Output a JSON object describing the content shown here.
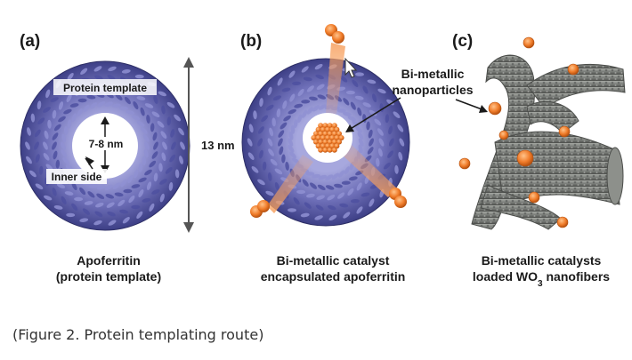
{
  "figure": {
    "panels": [
      {
        "id": "(a)",
        "labels": [
          "Protein template",
          "7-8 nm",
          "Inner side"
        ],
        "dimension": "13 nm",
        "caption_lines": [
          "Apoferritin",
          "(protein template)"
        ]
      },
      {
        "id": "(b)",
        "caption_lines": [
          "Bi-metallic catalyst",
          "encapsulated apoferritin"
        ]
      },
      {
        "id": "(c)",
        "callout_lines": [
          "Bi-metallic",
          "nanoparticles"
        ],
        "caption_line1": "Bi-metallic catalysts",
        "caption_line2_pre": "loaded WO",
        "caption_line2_sub": "3",
        "caption_line2_post": " nanofibers"
      }
    ],
    "caption": "(Figure 2. Protein templating route)",
    "colors": {
      "protein": "#6e6fb8",
      "protein_dark": "#3d3f86",
      "nanoparticle": "#f07c2a",
      "fiber": "#7c7f7b",
      "fiber_dark": "#4b4d4a"
    }
  }
}
